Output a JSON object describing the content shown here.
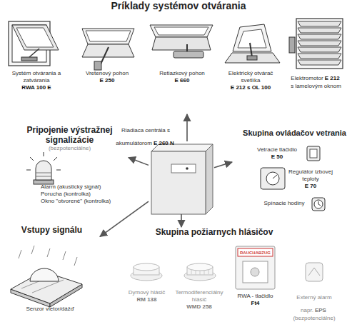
{
  "diagram": {
    "nodes": [
      {
        "text": [
          "Príklady systémov otvárania"
        ]
      },
      {
        "text": [
          "Systém otvárania a zatvárania",
          "RWA 100 E"
        ],
        "in": 0
      },
      {
        "text": [
          "Vretenový pohon",
          "E 250"
        ],
        "in": 0
      },
      {
        "text": [
          "Retiazkový pohon",
          "E 660"
        ],
        "in": 0
      },
      {
        "text": [
          "Elektrický otvárač svetlíka",
          "E 212 s OL 100"
        ],
        "in": 0
      },
      {
        "text": [
          "Elektromotor",
          "E 212",
          "s lamelovým oknom"
        ],
        "in": 0
      },
      {
        "text": [
          "Pripojenie výstražnej signalizácie",
          "(bezpotenciálne)",
          "Alarm (akustický signál)",
          "Porucha (kontrolka)",
          "Okno \"otvorené\" (kontrolka)"
        ]
      },
      {
        "text": [
          "Riadiaca centrála s akumulátorom",
          "E 260 N"
        ]
      },
      {
        "text": [
          "Skupina ovládačov vetrania"
        ]
      },
      {
        "text": [
          "Vetracie tlačidlo",
          "E 50"
        ],
        "in": 8
      },
      {
        "text": [
          "Regulátor izbovej teploty",
          "E 70"
        ],
        "in": 8
      },
      {
        "text": [
          "Spínacie hodiny"
        ],
        "in": 8
      },
      {
        "text": [
          "Vstupy signálu"
        ]
      },
      {
        "text": [
          "Senzor vietor/dážď"
        ],
        "in": 12
      },
      {
        "text": [
          "Skupina požiarnych hlásičov"
        ]
      },
      {
        "text": [
          "Dymový hlásič",
          "RM 138"
        ],
        "in": 14
      },
      {
        "text": [
          "Termodiferenciálny hlásič",
          "WMD 258"
        ],
        "in": 14
      },
      {
        "text": [
          "RWA - tlačidlo",
          "Ft4"
        ],
        "in": 14
      },
      {
        "text": [
          "Externý alarm napr.",
          "EPS",
          "(bezpotenciálne)"
        ],
        "in": 14
      }
    ],
    "edges": [
      {
        "from": 7,
        "to": 0,
        "arrow": "to"
      },
      {
        "from": 7,
        "to": 6,
        "arrow": "to"
      },
      {
        "from": 7,
        "to": 8,
        "arrow": "to"
      },
      {
        "from": 7,
        "to": 12,
        "arrow": "to"
      },
      {
        "from": 7,
        "to": 14,
        "arrow": "to"
      }
    ],
    "labels": [
      "RAUCHABZUG"
    ]
  }
}
